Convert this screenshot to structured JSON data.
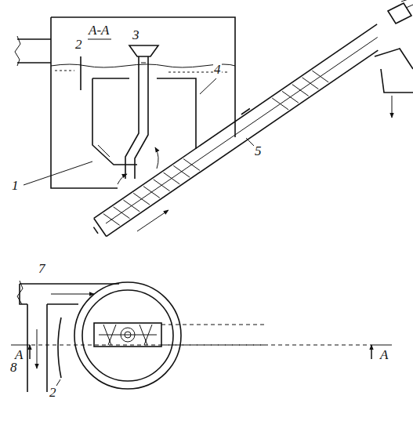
{
  "diagram": {
    "labels": [
      "A-A",
      "2",
      "3",
      "4",
      "1",
      "5",
      "7",
      "8",
      "2",
      "A",
      "A"
    ]
  }
}
